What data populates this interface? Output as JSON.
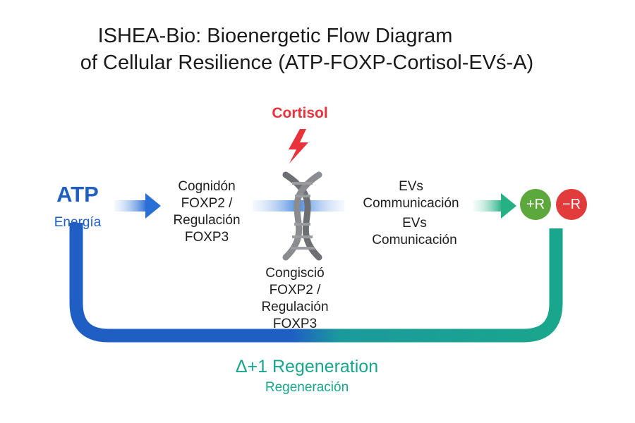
{
  "title": {
    "line1": "ISHEA-Bio: Bioenergetic Flow Diagram",
    "line2": "of Cellular Resilience (ATP-FOXP-Cortisol-EVś-A)"
  },
  "nodes": {
    "cortisol": "Cortisol",
    "atp": "ATP",
    "atp_sub": "Energía",
    "left_block": [
      "Cognidón",
      "FOXP2 /",
      "Regulación",
      "FOXP3"
    ],
    "right_block_1": [
      "EVs",
      "Communicación"
    ],
    "right_block_2": [
      "EVs",
      "Comunicación"
    ],
    "center_block": [
      "Congisció",
      "FOXP2 /",
      "Regulación",
      "FOXP3"
    ],
    "regen": "Δ+1 Regeneration",
    "regen_sub": "Regeneración",
    "positive_badge": "+R",
    "negative_badge": "−R"
  },
  "colors": {
    "atp_blue": "#1f5fc4",
    "cortisol_red": "#e8333c",
    "regen_teal": "#1aa68c",
    "positive_green": "#5ca83d",
    "negative_red": "#e23b3b",
    "dna_gray": "#6d6f73"
  },
  "icons": [
    "lightning-bolt-icon",
    "dna-helix-icon",
    "right-arrow-icon"
  ]
}
